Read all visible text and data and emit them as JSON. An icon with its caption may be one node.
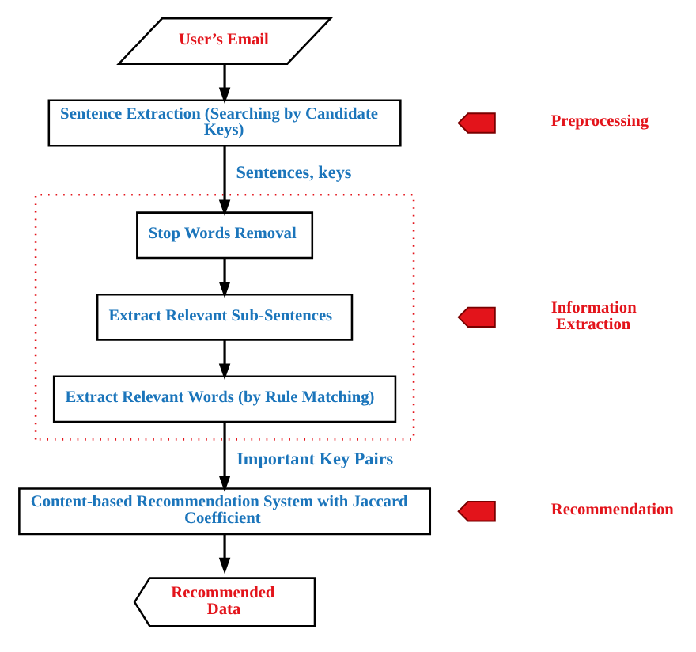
{
  "diagram": {
    "nodes": [
      {
        "text": [
          "User’s Email"
        ]
      },
      {
        "text": [
          "Sentence Extraction (Searching by Candidate Keys)"
        ]
      },
      {
        "text": [],
        "shape": "box"
      },
      {
        "text": [
          "Stop Words Removal"
        ],
        "in": 2
      },
      {
        "text": [
          "Extract Relevant Sub-Sentences"
        ],
        "in": 2
      },
      {
        "text": [
          "Extract Relevant Words (by Rule Matching)"
        ],
        "in": 2
      },
      {
        "text": [
          "Content-based Recommendation System with Jaccard Coefficient"
        ]
      },
      {
        "text": [
          "Recommended Data"
        ]
      },
      {
        "text": [],
        "shape": "chevron",
        "beside": [
          "Preprocessing"
        ]
      },
      {
        "text": [],
        "shape": "chevron",
        "beside": [
          "Information Extraction"
        ]
      },
      {
        "text": [],
        "shape": "chevron",
        "beside": [
          "Recommendation"
        ]
      }
    ],
    "edges": [
      {
        "from": 0,
        "to": 1,
        "arrow": "to"
      },
      {
        "from": 1,
        "to": 3,
        "arrow": "to",
        "label": "Sentences, keys"
      },
      {
        "from": 3,
        "to": 4,
        "arrow": "to"
      },
      {
        "from": 4,
        "to": 5,
        "arrow": "to"
      },
      {
        "from": 5,
        "to": 6,
        "arrow": "to",
        "label": "Important Key Pairs"
      },
      {
        "from": 6,
        "to": 7,
        "arrow": "to"
      }
    ]
  }
}
